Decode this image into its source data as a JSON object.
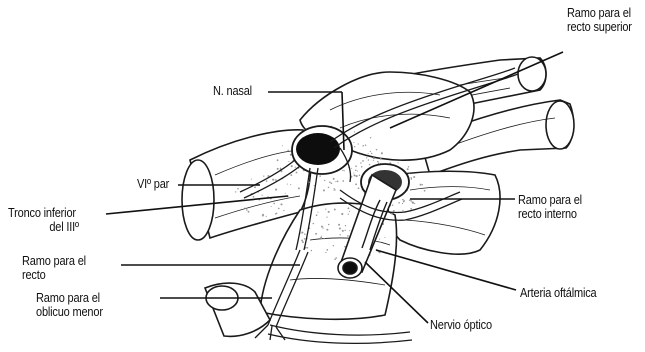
{
  "labels": {
    "recto_superior": [
      "Ramo para el",
      "recto superior"
    ],
    "n_nasal": "N. nasal",
    "vi_par": "VIº par",
    "tronco_inferior": [
      "Tronco inferior",
      "del IIIº"
    ],
    "recto_interno": [
      "Ramo para el",
      "recto interno"
    ],
    "ramo_recto": [
      "Ramo para el",
      "recto"
    ],
    "oblicuo_menor": [
      "Ramo para el",
      "oblicuo menor"
    ],
    "arteria_oftalmica": "Arteria oftálmica",
    "nervio_optico": "Nervio óptico"
  },
  "colors": {
    "line": "#1a1a1a",
    "muscle_fill": "#ffffff",
    "stipple": "#9a9a9a",
    "dark": "#0d0d0d"
  }
}
